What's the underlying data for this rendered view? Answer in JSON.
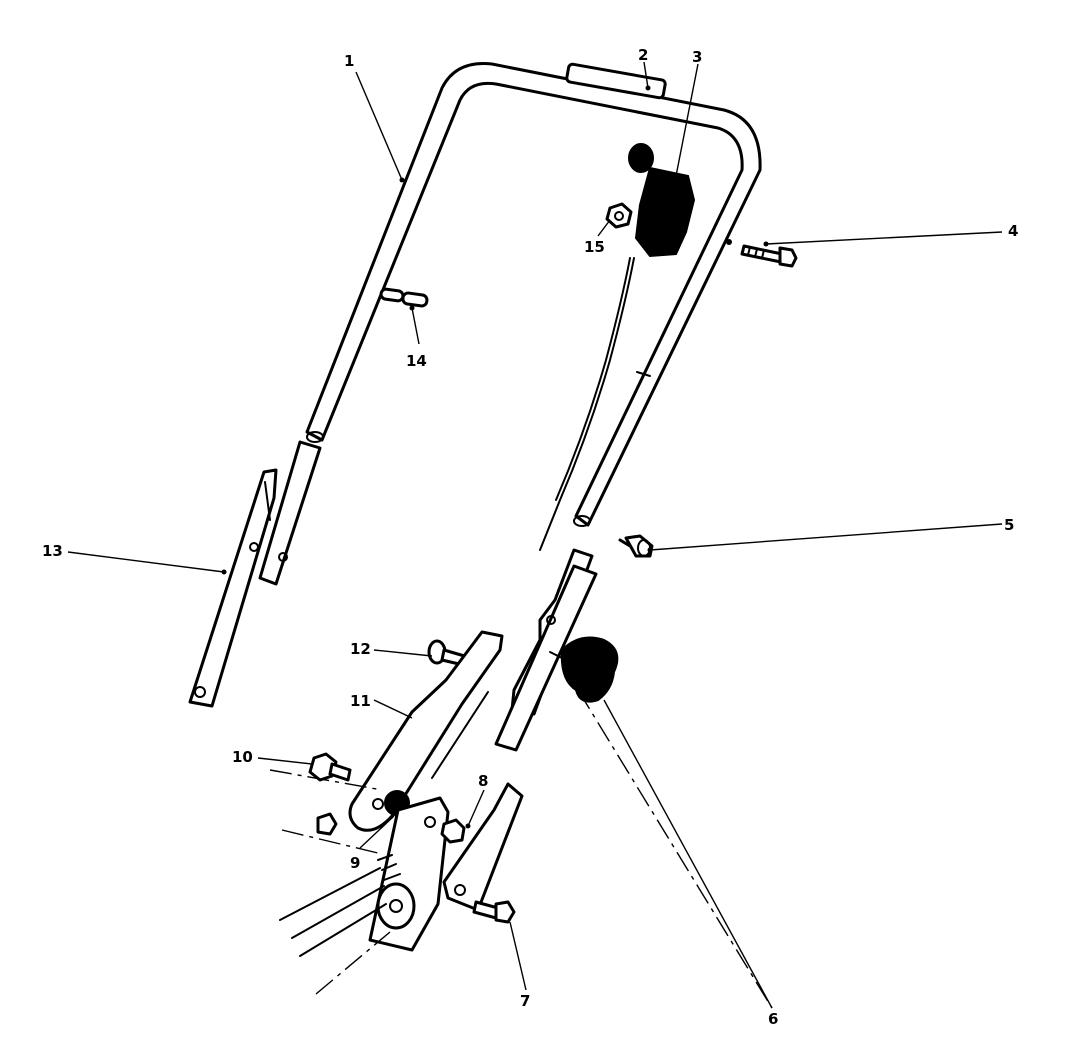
{
  "callouts": [
    {
      "id": "1",
      "label": "1"
    },
    {
      "id": "2",
      "label": "2"
    },
    {
      "id": "3",
      "label": "3"
    },
    {
      "id": "4",
      "label": "4"
    },
    {
      "id": "5",
      "label": "5"
    },
    {
      "id": "6",
      "label": "6"
    },
    {
      "id": "7",
      "label": "7"
    },
    {
      "id": "8",
      "label": "8"
    },
    {
      "id": "9",
      "label": "9"
    },
    {
      "id": "10",
      "label": "10"
    },
    {
      "id": "11",
      "label": "11"
    },
    {
      "id": "12",
      "label": "12"
    },
    {
      "id": "13",
      "label": "13"
    },
    {
      "id": "14",
      "label": "14"
    },
    {
      "id": "15",
      "label": "15"
    }
  ],
  "colors": {
    "ink": "#000000",
    "paper": "#ffffff"
  }
}
